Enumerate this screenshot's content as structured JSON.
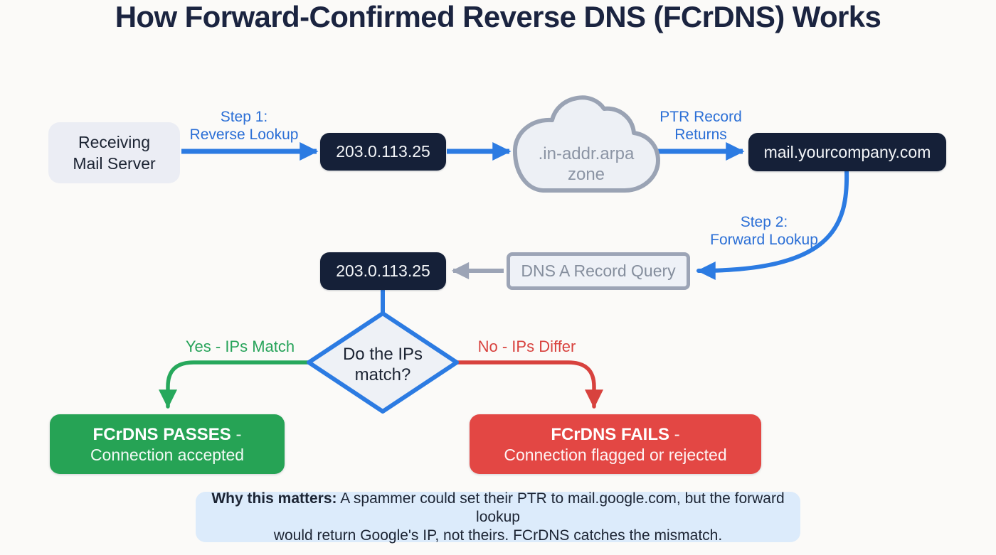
{
  "title": "How Forward-Confirmed Reverse DNS (FCrDNS) Works",
  "nodes": {
    "receiving": {
      "line1": "Receiving",
      "line2": "Mail Server"
    },
    "ip_first": {
      "text": "203.0.113.25"
    },
    "cloud": {
      "line1": ".in-addr.arpa",
      "line2": "zone"
    },
    "mail": {
      "text": "mail.yourcompany.com"
    },
    "ip_second": {
      "text": "203.0.113.25"
    },
    "dns_query": {
      "text": "DNS A Record Query"
    },
    "decision": {
      "line1": "Do the IPs",
      "line2": "match?"
    }
  },
  "flow_labels": {
    "step1": {
      "line1": "Step 1:",
      "line2": "Reverse Lookup"
    },
    "ptr": {
      "line1": "PTR Record",
      "line2": "Returns"
    },
    "step2": {
      "line1": "Step 2:",
      "line2": "Forward Lookup"
    },
    "yes": "Yes - IPs Match",
    "no": "No - IPs Differ"
  },
  "outcomes": {
    "pass": {
      "title": "FCrDNS PASSES",
      "dash": " -",
      "subtitle": "Connection accepted",
      "color": "#26a355"
    },
    "fail": {
      "title": "FCrDNS FAILS",
      "dash": " -",
      "subtitle": "Connection flagged or rejected",
      "color": "#e34744"
    }
  },
  "note": {
    "lead": "Why this matters:",
    "line1_rest": " A spammer could set their PTR to mail.google.com, but the forward lookup",
    "line2": "would return Google's IP, not theirs. FCrDNS catches the mismatch."
  },
  "colors": {
    "background": "#fbfaf8",
    "title_text": "#1b2440",
    "dark_node": "#152038",
    "soft_node": "#ebedf4",
    "arrow_blue": "#2c7be2",
    "label_blue": "#2b6fd6",
    "gray_line": "#9ca4b6",
    "cloud_fill": "#edf0f5",
    "cloud_stroke": "#9aa3b4",
    "success_green": "#26a355",
    "error_red": "#e34744",
    "note_bg": "#dcebfb"
  }
}
